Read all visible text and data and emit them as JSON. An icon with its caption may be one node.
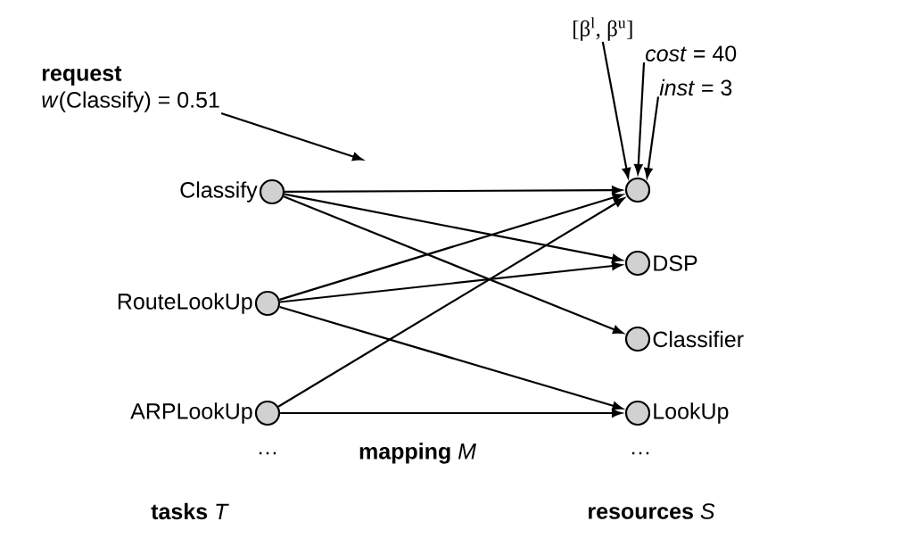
{
  "diagram": {
    "nodes": [
      {
        "text": [
          "**request**",
          "*w*(Classify) = 0.51"
        ]
      },
      {
        "text": [
          "[β$^{l}$, β$^{u}$]"
        ]
      },
      {
        "text": [
          "*cost* = 40"
        ]
      },
      {
        "text": [
          "*inst* = 3"
        ]
      },
      {
        "text": [
          "Classify"
        ]
      },
      {
        "text": [
          "RouteLookUp"
        ]
      },
      {
        "text": [
          "ARPLookUp"
        ]
      },
      {
        "text": [],
        "shape": "circle"
      },
      {
        "text": [
          "DSP"
        ]
      },
      {
        "text": [
          "Classifier"
        ]
      },
      {
        "text": [
          "LookUp"
        ]
      }
    ],
    "edges": [
      {
        "from": 4,
        "to": 7,
        "arrow": "to"
      },
      {
        "from": 4,
        "to": 8,
        "arrow": "to"
      },
      {
        "from": 4,
        "to": 9,
        "arrow": "to"
      },
      {
        "from": 5,
        "to": 7,
        "arrow": "to"
      },
      {
        "from": 5,
        "to": 8,
        "arrow": "to"
      },
      {
        "from": 5,
        "to": 10,
        "arrow": "to"
      },
      {
        "from": 6,
        "to": 7,
        "arrow": "to"
      },
      {
        "from": 6,
        "to": 10,
        "arrow": "to"
      },
      {
        "from": 0,
        "to": null,
        "arrow": "to"
      },
      {
        "from": 1,
        "to": 7,
        "arrow": "to"
      },
      {
        "from": 2,
        "to": 7,
        "arrow": "to"
      },
      {
        "from": 3,
        "to": 7,
        "arrow": "to"
      }
    ],
    "labels": [
      "…",
      "**mapping** *M*",
      "…",
      "**tasks** *T*",
      "**resources** *S*"
    ]
  }
}
